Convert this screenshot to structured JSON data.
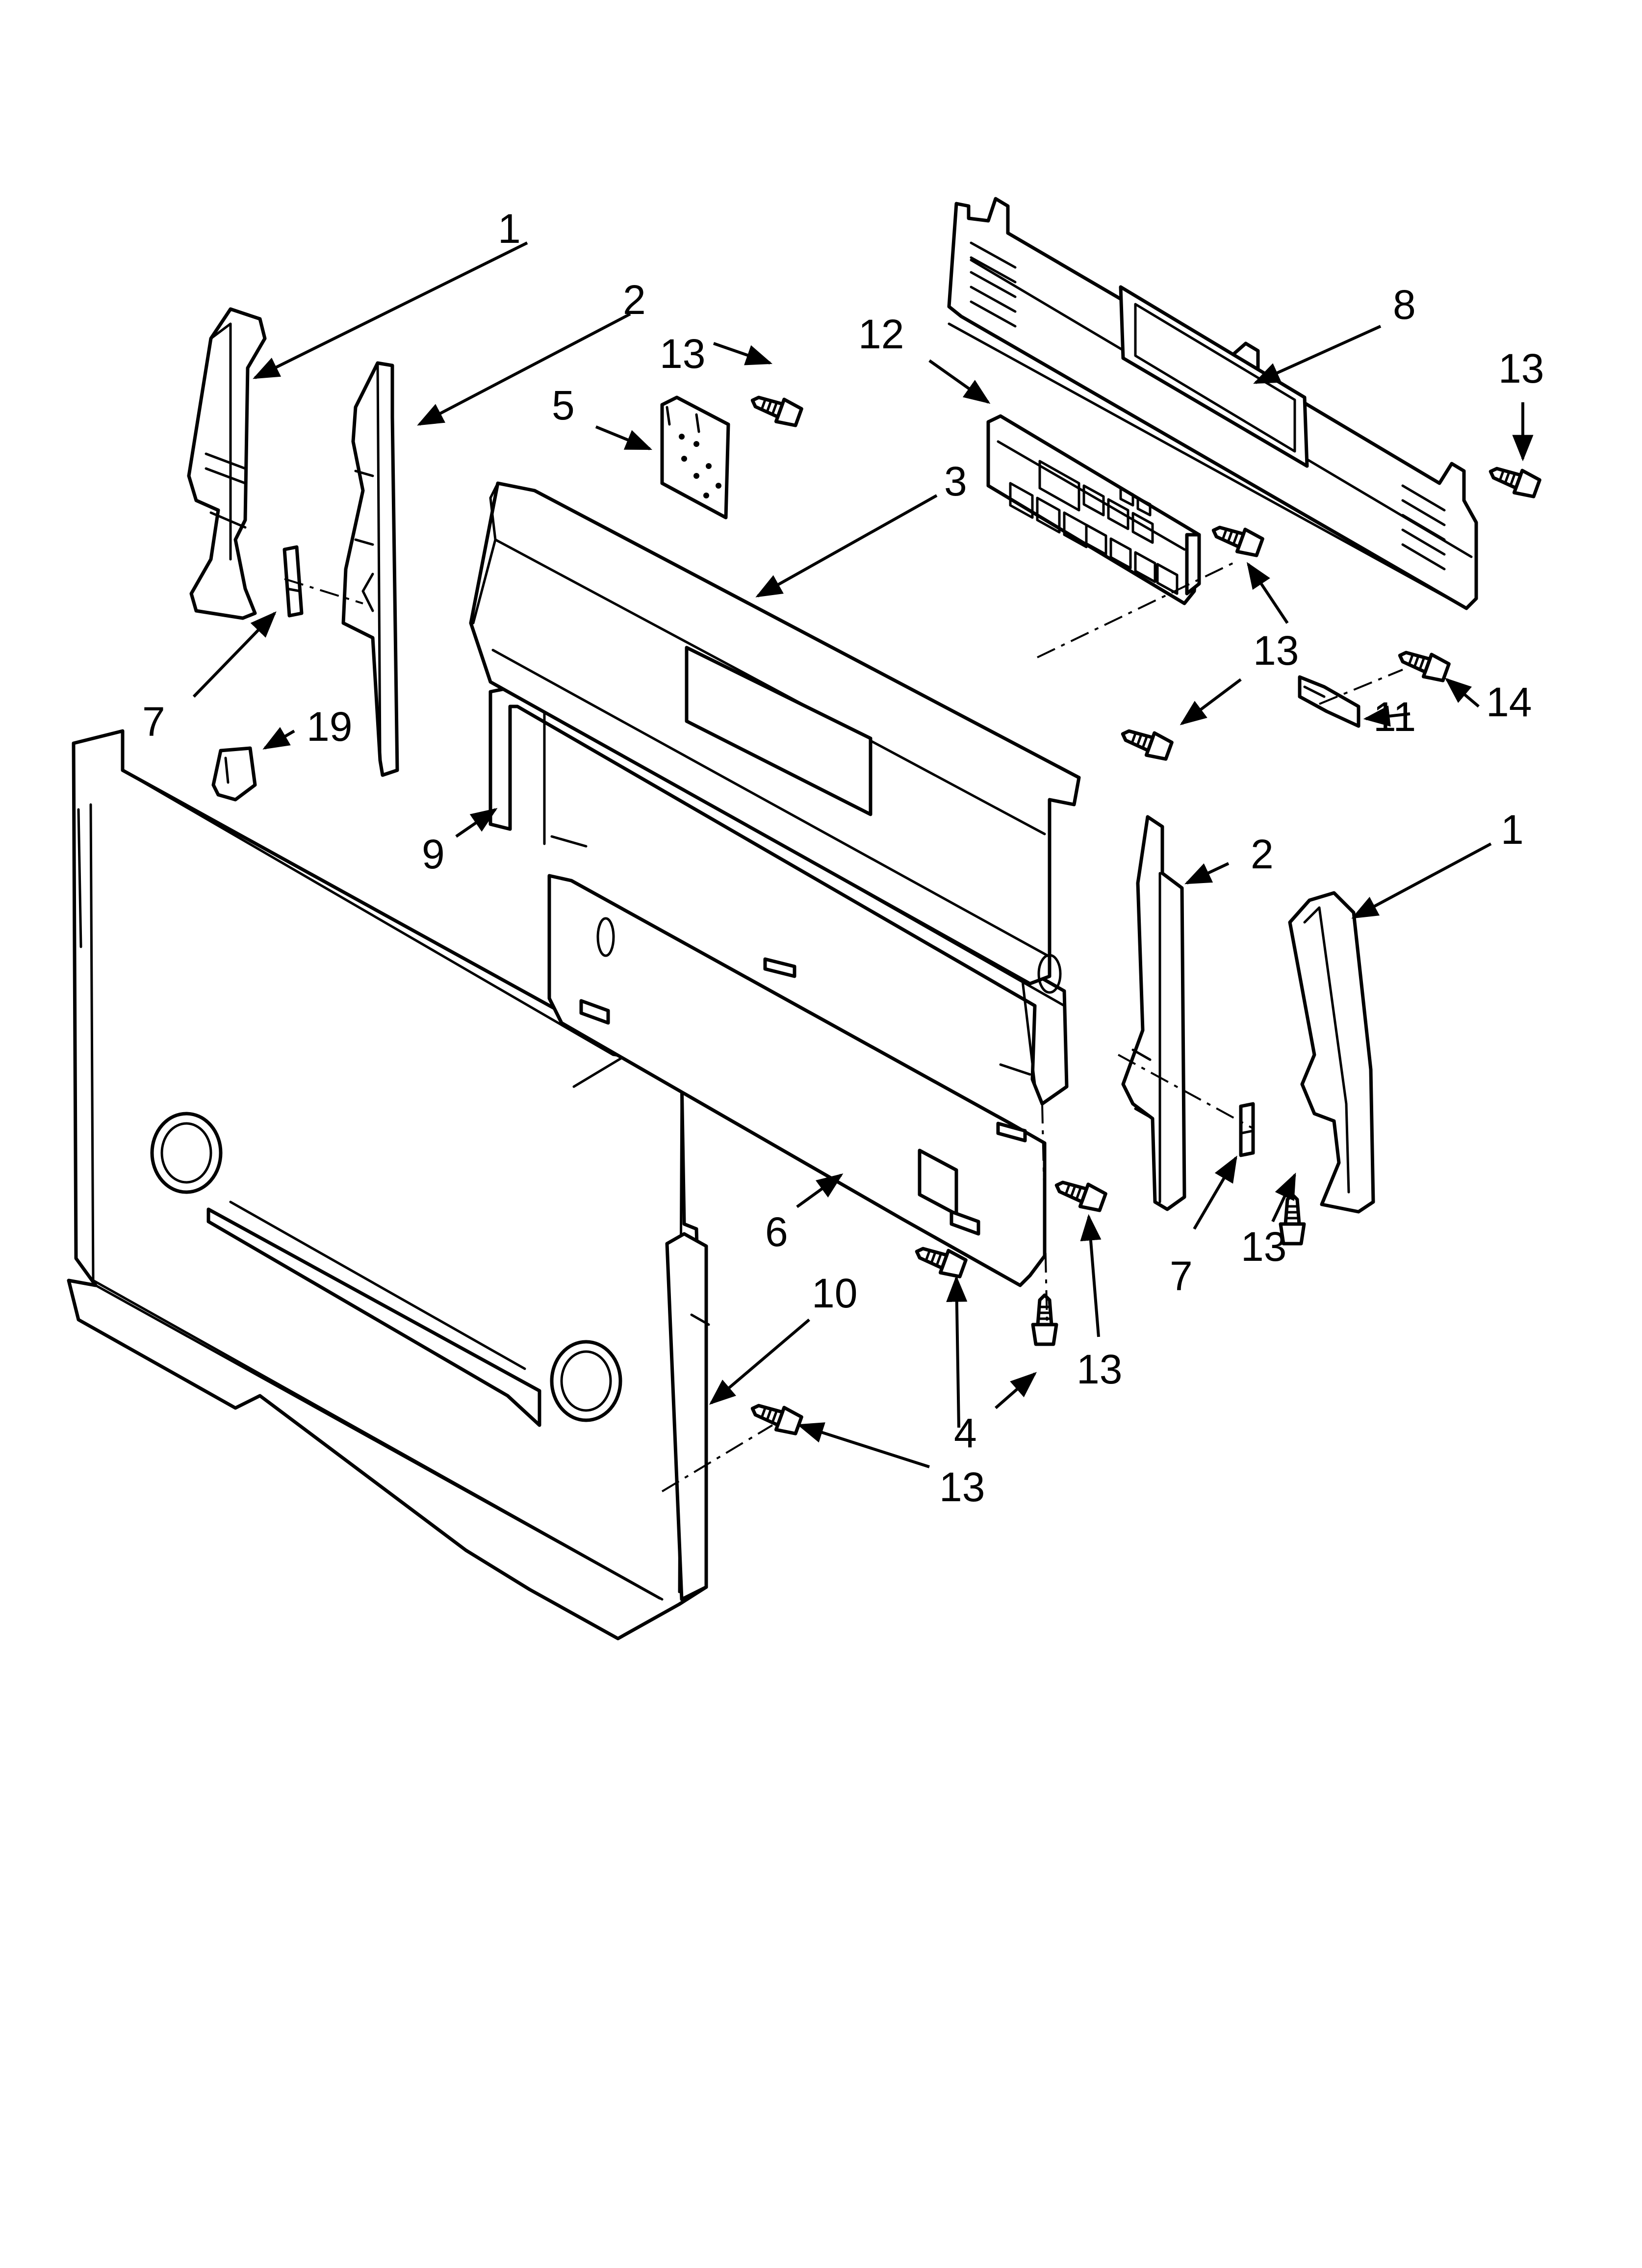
{
  "diagram": {
    "callouts": [
      "1",
      "2",
      "13",
      "5",
      "3",
      "12",
      "8",
      "13",
      "13",
      "7",
      "19",
      "13",
      "14",
      "11",
      "9",
      "2",
      "1",
      "6",
      "7",
      "13",
      "10",
      "13",
      "4",
      "13"
    ],
    "parts": [
      "side-trim-left",
      "end-cap-bracket-left",
      "screw",
      "control-board",
      "console",
      "control-panel",
      "rear-bracket",
      "screw",
      "screw",
      "clip",
      "clip-small",
      "screw",
      "screw",
      "bracket-small",
      "console-frame",
      "end-cap-bracket-right",
      "side-trim-right",
      "shield",
      "clip",
      "screw",
      "front-panel",
      "screw",
      "screw",
      "screw"
    ]
  }
}
